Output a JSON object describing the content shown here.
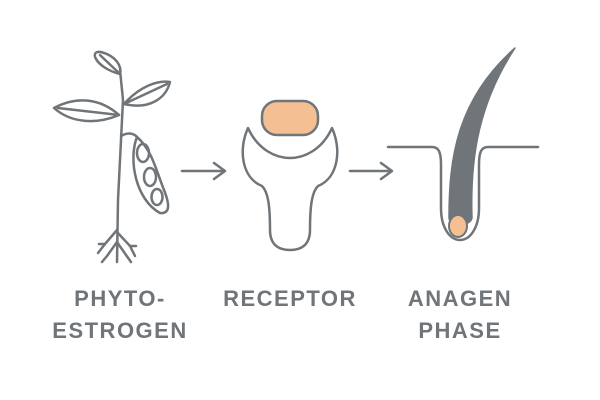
{
  "colors": {
    "stroke": "#707579",
    "accent": "#f4bf93",
    "background": "#ffffff"
  },
  "steps": [
    {
      "icon": "soybean-plant-icon",
      "label_lines": [
        "PHYTO-",
        "ESTROGEN"
      ]
    },
    {
      "icon": "receptor-icon",
      "label_lines": [
        "RECEPTOR"
      ]
    },
    {
      "icon": "hair-follicle-icon",
      "label_lines": [
        "ANAGEN",
        "PHASE"
      ]
    }
  ],
  "connectors": [
    "arrow-right-icon",
    "arrow-right-icon"
  ]
}
